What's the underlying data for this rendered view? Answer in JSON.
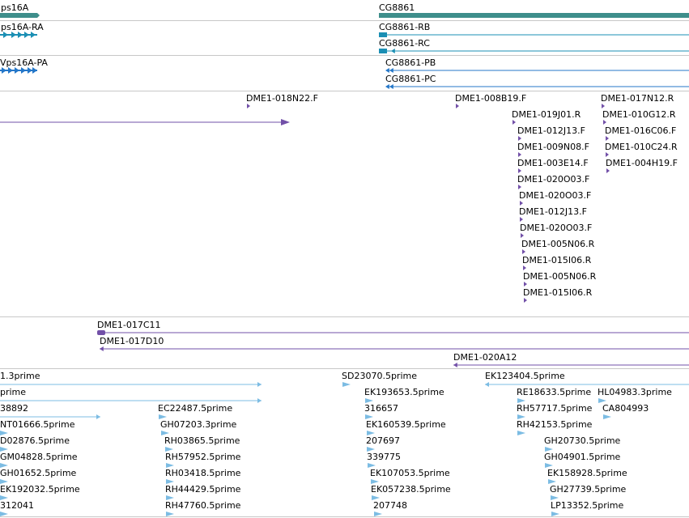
{
  "colors": {
    "gene": "#3e8e8b",
    "transcript": "#1b8fb4",
    "protein": "#2477c9",
    "clone": "#7250a8",
    "est": "#7cbce3",
    "separator": "#c8c8c8"
  },
  "gene_track": {
    "features": [
      {
        "label": "ps16A",
        "kind": "gene-left"
      },
      {
        "label": "CG8861",
        "kind": "gene-right"
      }
    ]
  },
  "transcript_track": {
    "features": [
      {
        "label": "ps16A-RA",
        "kind": "exons-right"
      },
      {
        "label": "CG8861-RB",
        "kind": "line-left"
      },
      {
        "label": "CG8861-RC",
        "kind": "line-left"
      }
    ]
  },
  "protein_track": {
    "features": [
      {
        "label": "Vps16A-PA",
        "kind": "exons-right"
      },
      {
        "label": "CG8861-PB",
        "kind": "line-left"
      },
      {
        "label": "CG8861-PC",
        "kind": "line-left"
      }
    ]
  },
  "clone_end_track": {
    "features": [
      {
        "label": "DME1-018N22.F"
      },
      {
        "label": "DME1-008B19.F"
      },
      {
        "label": "DME1-017N12.R"
      },
      {
        "label": "DME1-019J01.R"
      },
      {
        "label": "DME1-010G12.R"
      },
      {
        "label": "DME1-012J13.F"
      },
      {
        "label": "DME1-016C06.F"
      },
      {
        "label": "DME1-009N08.F"
      },
      {
        "label": "DME1-010C24.R"
      },
      {
        "label": "DME1-003E14.F"
      },
      {
        "label": "DME1-004H19.F"
      },
      {
        "label": "DME1-020O03.F"
      },
      {
        "label": "DME1-020O03.F"
      },
      {
        "label": "DME1-012J13.F"
      },
      {
        "label": "DME1-020O03.F"
      },
      {
        "label": "DME1-005N06.R"
      },
      {
        "label": "DME1-015I06.R"
      },
      {
        "label": "DME1-005N06.R"
      },
      {
        "label": "DME1-015I06.R"
      }
    ]
  },
  "clone_track": {
    "features": [
      {
        "label": "DME1-017C11"
      },
      {
        "label": "DME1-017D10"
      },
      {
        "label": "DME1-020A12"
      }
    ]
  },
  "est_track": {
    "features": [
      {
        "label": "1.3prime"
      },
      {
        "label": "SD23070.5prime"
      },
      {
        "label": "EK123404.5prime"
      },
      {
        "label": "prime"
      },
      {
        "label": "EK193653.5prime"
      },
      {
        "label": "RE18633.5prime"
      },
      {
        "label": "HL04983.3prime"
      },
      {
        "label": "38892"
      },
      {
        "label": "EC22487.5prime"
      },
      {
        "label": "316657"
      },
      {
        "label": "RH57717.5prime"
      },
      {
        "label": "CA804993"
      },
      {
        "label": "NT01666.5prime"
      },
      {
        "label": "GH07203.3prime"
      },
      {
        "label": "EK160539.5prime"
      },
      {
        "label": "RH42153.5prime"
      },
      {
        "label": "D02876.5prime"
      },
      {
        "label": "RH03865.5prime"
      },
      {
        "label": "207697"
      },
      {
        "label": "GH20730.5prime"
      },
      {
        "label": "GM04828.5prime"
      },
      {
        "label": "RH57952.5prime"
      },
      {
        "label": "339775"
      },
      {
        "label": "GH04901.5prime"
      },
      {
        "label": "GH01652.5prime"
      },
      {
        "label": "RH03418.5prime"
      },
      {
        "label": "EK107053.5prime"
      },
      {
        "label": "EK158928.5prime"
      },
      {
        "label": "EK192032.5prime"
      },
      {
        "label": "RH44429.5prime"
      },
      {
        "label": "EK057238.5prime"
      },
      {
        "label": "GH27739.5prime"
      },
      {
        "label": "312041"
      },
      {
        "label": "RH47760.5prime"
      },
      {
        "label": "207748"
      },
      {
        "label": "LP13352.5prime"
      }
    ]
  }
}
